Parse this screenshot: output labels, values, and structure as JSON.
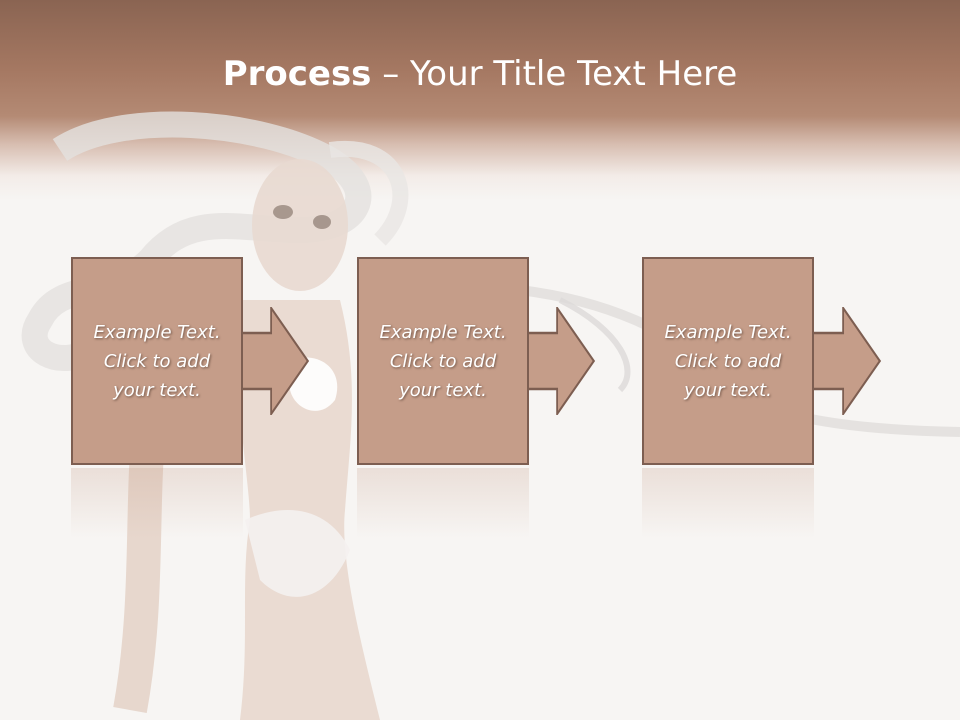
{
  "slide": {
    "title_bold": "Process",
    "title_rest": " – Your Title Text Here"
  },
  "steps": [
    {
      "line1": "Example Text.",
      "line2": "Click  to add",
      "line3": "your text."
    },
    {
      "line1": "Example Text.",
      "line2": "Click  to add",
      "line3": "your text."
    },
    {
      "line1": "Example Text.",
      "line2": "Click  to add",
      "line3": "your text."
    }
  ],
  "colors": {
    "header": "#a57862",
    "box_fill": "#c59d89",
    "box_border": "#7d5e51",
    "background": "#f7f5f3"
  }
}
